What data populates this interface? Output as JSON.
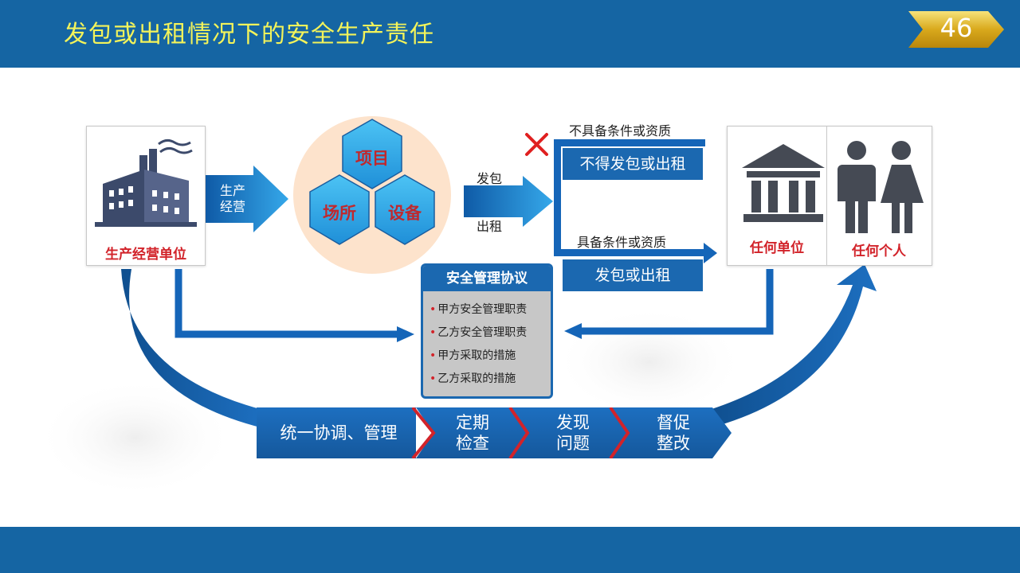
{
  "page": {
    "title": "发包或出租情况下的安全生产责任",
    "page_number": "46"
  },
  "producer": {
    "label": "生产经营单位"
  },
  "arrow_operate": {
    "label_line1": "生产",
    "label_line2": "经营"
  },
  "hexagons": {
    "top": "项目",
    "left": "场所",
    "right": "设备"
  },
  "lease_arrow": {
    "top_label": "发包",
    "bottom_label": "出租"
  },
  "branches": {
    "no_condition_label": "不具备条件或资质",
    "no_condition_box": "不得发包或出租",
    "with_condition_label": "具备条件或资质",
    "with_condition_box": "发包或出租"
  },
  "receivers": {
    "unit_label": "任何单位",
    "person_label": "任何个人"
  },
  "agreement": {
    "title": "安全管理协议",
    "items": [
      "甲方安全管理职责",
      "乙方安全管理职责",
      "甲方采取的措施",
      "乙方采取的措施"
    ]
  },
  "process": {
    "step1": "统一协调、管理",
    "step2_line1": "定期",
    "step2_line2": "检查",
    "step3_line1": "发现",
    "step3_line2": "问题",
    "step4_line1": "督促",
    "step4_line2": "整改"
  },
  "colors": {
    "bar_blue": "#1565a3",
    "title_yellow": "#f3f35a",
    "accent_red": "#d2232a",
    "box_blue": "#1b68b0",
    "hex_blue": "#2aa8e8"
  }
}
